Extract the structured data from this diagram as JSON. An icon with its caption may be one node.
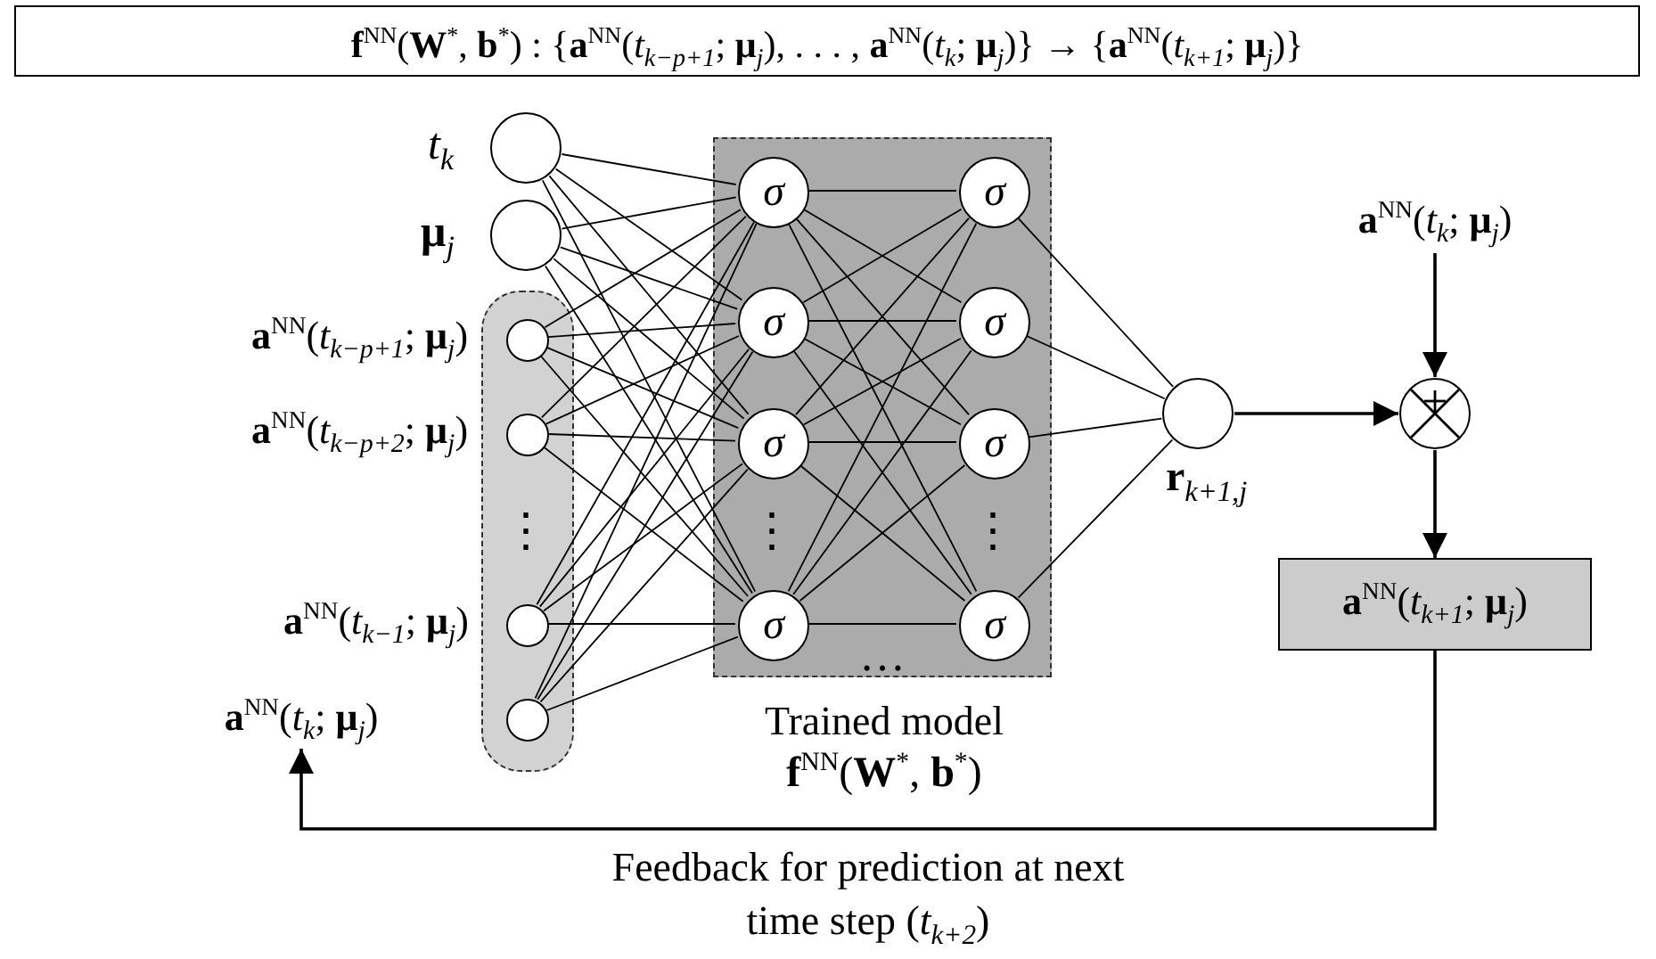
{
  "diagram": {
    "title": "**f**$^{NN}$(**W**$^{*}$, **b**$^{*}$) : {**a**$^{NN}$(*t*$_{k−p+1}$; **μ**$_{j}$), . . . , **a**$^{NN}$(*t*$_{k}$; **μ**$_{j}$)} → {**a**$^{NN}$(*t*$_{k+1}$; **μ**$_{j}$)}",
    "nodes": [
      {
        "text": [],
        "shape": "circle",
        "beside": [
          "*t*$_{k}$"
        ]
      },
      {
        "text": [],
        "shape": "circle",
        "beside": [
          "**μ**$_{j}$"
        ]
      },
      {
        "text": [],
        "shape": "box"
      },
      {
        "text": [],
        "shape": "circle",
        "in": 2,
        "beside": [
          "**a**$^{NN}$(*t*$_{k−p+1}$; **μ**$_{j}$)"
        ]
      },
      {
        "text": [],
        "shape": "circle",
        "in": 2,
        "beside": [
          "**a**$^{NN}$(*t*$_{k−p+2}$; **μ**$_{j}$)"
        ]
      },
      {
        "text": [],
        "shape": "circle",
        "in": 2,
        "beside": [
          "**a**$^{NN}$(*t*$_{k−1}$; **μ**$_{j}$)"
        ]
      },
      {
        "text": [],
        "shape": "circle",
        "in": 2
      },
      {
        "text": [
          "**a**$^{NN}$(*t*$_{k}$; **μ**$_{j}$)"
        ]
      },
      {
        "text": [
          "Trained model",
          "**f**$^{NN}$(**W**$^{*}$, **b**$^{*}$)"
        ]
      },
      {
        "text": [
          "σ"
        ],
        "in": 8
      },
      {
        "text": [
          "σ"
        ],
        "in": 8
      },
      {
        "text": [
          "σ"
        ],
        "in": 8
      },
      {
        "text": [
          "σ"
        ],
        "in": 8
      },
      {
        "text": [
          "σ"
        ],
        "in": 8
      },
      {
        "text": [
          "σ"
        ],
        "in": 8
      },
      {
        "text": [
          "σ"
        ],
        "in": 8
      },
      {
        "text": [
          "σ"
        ],
        "in": 8
      },
      {
        "text": [],
        "shape": "circle",
        "beside": [
          "**r**$_{k+1,j}$"
        ]
      },
      {
        "text": [],
        "shape": "circle"
      },
      {
        "text": [
          "**a**$^{NN}$(*t*$_{k}$; **μ**$_{j}$)"
        ]
      },
      {
        "text": [
          "**a**$^{NN}$(*t*$_{k+1}$; **μ**$_{j}$)"
        ]
      }
    ],
    "edges": [
      {
        "from": 0,
        "to": 9,
        "arrow": "none"
      },
      {
        "from": 0,
        "to": 10,
        "arrow": "none"
      },
      {
        "from": 0,
        "to": 11,
        "arrow": "none"
      },
      {
        "from": 0,
        "to": 12,
        "arrow": "none"
      },
      {
        "from": 1,
        "to": 9,
        "arrow": "none"
      },
      {
        "from": 1,
        "to": 10,
        "arrow": "none"
      },
      {
        "from": 1,
        "to": 11,
        "arrow": "none"
      },
      {
        "from": 1,
        "to": 12,
        "arrow": "none"
      },
      {
        "from": 3,
        "to": 9,
        "arrow": "none"
      },
      {
        "from": 3,
        "to": 10,
        "arrow": "none"
      },
      {
        "from": 3,
        "to": 11,
        "arrow": "none"
      },
      {
        "from": 3,
        "to": 12,
        "arrow": "none"
      },
      {
        "from": 4,
        "to": 9,
        "arrow": "none"
      },
      {
        "from": 4,
        "to": 10,
        "arrow": "none"
      },
      {
        "from": 4,
        "to": 11,
        "arrow": "none"
      },
      {
        "from": 4,
        "to": 12,
        "arrow": "none"
      },
      {
        "from": 5,
        "to": 9,
        "arrow": "none"
      },
      {
        "from": 5,
        "to": 10,
        "arrow": "none"
      },
      {
        "from": 5,
        "to": 11,
        "arrow": "none"
      },
      {
        "from": 5,
        "to": 12,
        "arrow": "none"
      },
      {
        "from": 6,
        "to": 9,
        "arrow": "none"
      },
      {
        "from": 6,
        "to": 10,
        "arrow": "none"
      },
      {
        "from": 6,
        "to": 11,
        "arrow": "none"
      },
      {
        "from": 6,
        "to": 12,
        "arrow": "none"
      },
      {
        "from": 9,
        "to": 13,
        "arrow": "none"
      },
      {
        "from": 9,
        "to": 14,
        "arrow": "none"
      },
      {
        "from": 9,
        "to": 15,
        "arrow": "none"
      },
      {
        "from": 9,
        "to": 16,
        "arrow": "none"
      },
      {
        "from": 10,
        "to": 13,
        "arrow": "none"
      },
      {
        "from": 10,
        "to": 14,
        "arrow": "none"
      },
      {
        "from": 10,
        "to": 15,
        "arrow": "none"
      },
      {
        "from": 10,
        "to": 16,
        "arrow": "none"
      },
      {
        "from": 11,
        "to": 13,
        "arrow": "none"
      },
      {
        "from": 11,
        "to": 14,
        "arrow": "none"
      },
      {
        "from": 11,
        "to": 15,
        "arrow": "none"
      },
      {
        "from": 11,
        "to": 16,
        "arrow": "none"
      },
      {
        "from": 12,
        "to": 13,
        "arrow": "none"
      },
      {
        "from": 12,
        "to": 14,
        "arrow": "none"
      },
      {
        "from": 12,
        "to": 15,
        "arrow": "none"
      },
      {
        "from": 12,
        "to": 16,
        "arrow": "none"
      },
      {
        "from": 13,
        "to": 17,
        "arrow": "none"
      },
      {
        "from": 14,
        "to": 17,
        "arrow": "none"
      },
      {
        "from": 15,
        "to": 17,
        "arrow": "none"
      },
      {
        "from": 16,
        "to": 17,
        "arrow": "none"
      },
      {
        "from": 17,
        "to": 18,
        "arrow": "to"
      },
      {
        "from": 19,
        "to": 18,
        "arrow": "to"
      },
      {
        "from": 18,
        "to": 20,
        "arrow": "to"
      },
      {
        "from": 20,
        "to": 7,
        "arrow": "to",
        "label": "Feedback for prediction at next time step (*t*$_{k+2}$)"
      }
    ],
    "labels": [
      "⋮",
      "⋮",
      "⋮",
      "…"
    ]
  }
}
